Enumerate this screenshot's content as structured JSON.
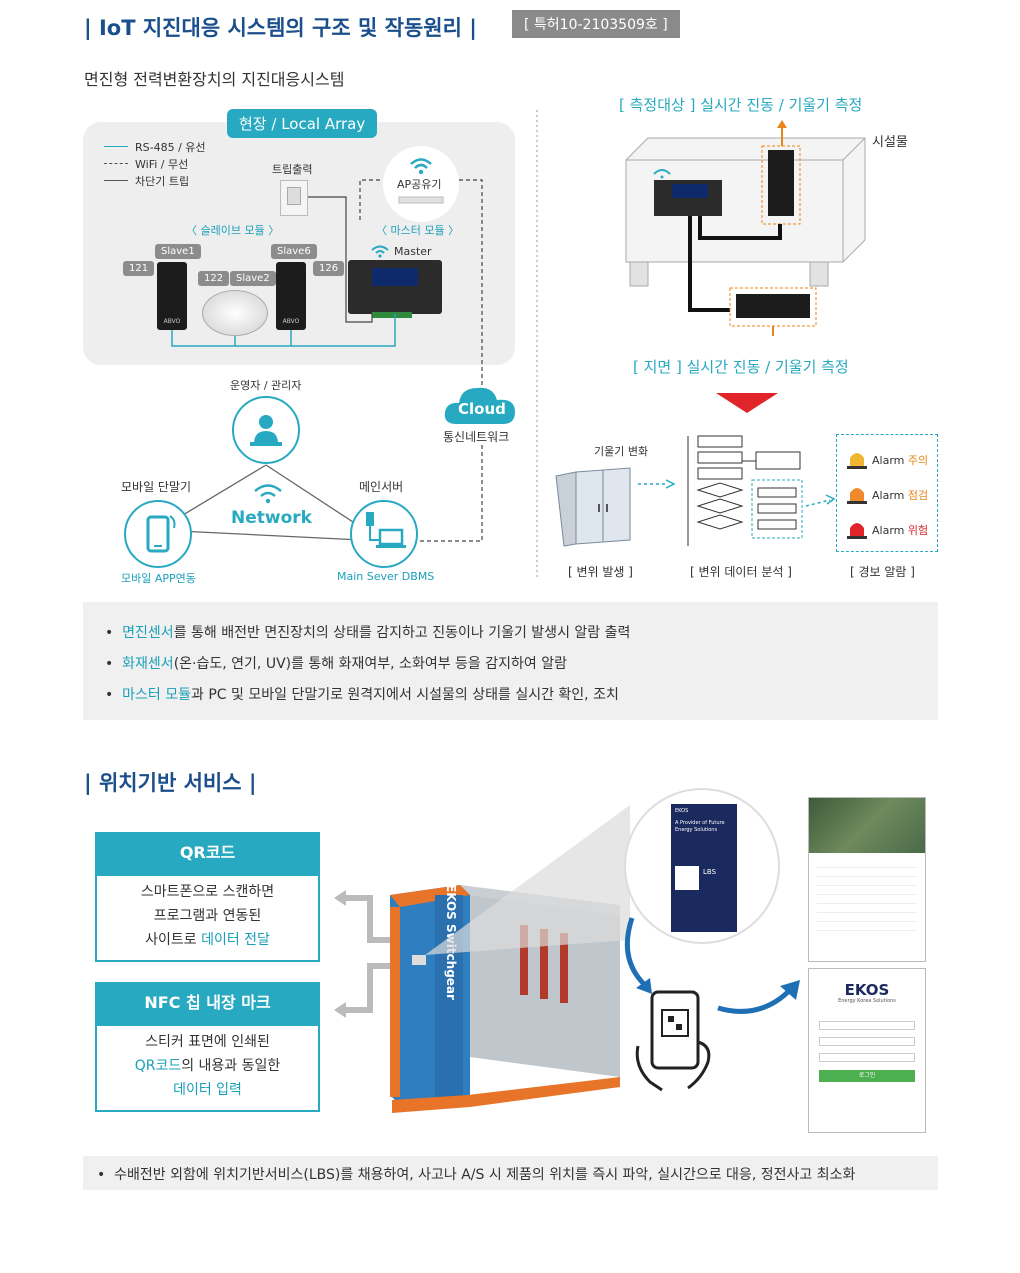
{
  "header": {
    "title": "| IoT 지진대응 시스템의 구조 및 작동원리 |",
    "patent": "[ 특허10-2103509호 ]",
    "subtitle": "면진형 전력변환장치의 지진대응시스템"
  },
  "legend": {
    "items": [
      "RS-485 / 유선",
      "WiFi / 무선",
      "차단기 트립"
    ]
  },
  "local_array": {
    "label": "현장 / Local Array",
    "trip_output": "트립출력",
    "ap": "AP공유기",
    "slave_module": "〈 슬레이브 모듈 〉",
    "master_module": "〈 마스터 모듈 〉",
    "master": "Master",
    "slave1": "Slave1",
    "slave2": "Slave2",
    "slave6": "Slave6",
    "n121": "121",
    "n122": "122",
    "n126": "126"
  },
  "network": {
    "cloud": "Cloud",
    "cloud_caption": "통신네트워크",
    "operator": "운영자 / 관리자",
    "mobile": "모바일 단말기",
    "mobile_caption": "모바일 APP연동",
    "server": "메인서버",
    "server_caption": "Main Sever DBMS",
    "center": "Network"
  },
  "measurement": {
    "top": "[ 측정대상 ] 실시간 진동 / 기울기 측정",
    "facility": "시설물",
    "bottom": "[ 지면 ] 실시간 진동 / 기울기 측정",
    "tilt_change": "기울기 변화",
    "step1": "[ 변위 발생 ]",
    "step2": "[ 변위 데이터 분석 ]",
    "step3": "[ 경보 알람 ]",
    "alarm_word": "Alarm",
    "alarm1": "주의",
    "alarm2": "점검",
    "alarm3": "위험",
    "device_brand": "ABVO"
  },
  "bullets1": [
    {
      "em": "면진센서",
      "rest": "를 통해 배전반 면진장치의 상태를 감지하고 진동이나 기울기 발생시 알람 출력"
    },
    {
      "em": "화재센서",
      "rest": "(온·습도, 연기, UV)를 통해 화재여부, 소화여부 등을 감지하여 알람"
    },
    {
      "em": "마스터 모듈",
      "rest": "과 PC 및 모바일 단말기로 원격지에서 시설물의 상태를 실시간 확인, 조치"
    }
  ],
  "lbs": {
    "title": "| 위치기반 서비스 |",
    "qr_title": "QR코드",
    "qr_l1": "스마트폰으로 스캔하면",
    "qr_l2": "프로그램과 연동된",
    "qr_l3a": "사이트로 ",
    "qr_l3b": "데이터 전달",
    "nfc_title": "NFC 칩 내장 마크",
    "nfc_l1": "스티커 표면에 인쇄된",
    "nfc_l2a": "QR코드",
    "nfc_l2b": "의 내용과 동일한",
    "nfc_l3": "데이터 입력",
    "switchgear": "EKOS Switchgear",
    "brand": "EKOS",
    "brand_sub": "Energy Korea Solutions",
    "flyer_l1": "A Provider of Future",
    "flyer_l2": "Energy Solutions",
    "flyer_lbs": "LBS",
    "login_btn": "로그인",
    "bullet": "수배전반 외함에 위치기반서비스(LBS)를 채용하여, 사고나 A/S 시 제품의 위치를 즉시 파악, 실시간으로 대응, 정전사고 최소화"
  }
}
